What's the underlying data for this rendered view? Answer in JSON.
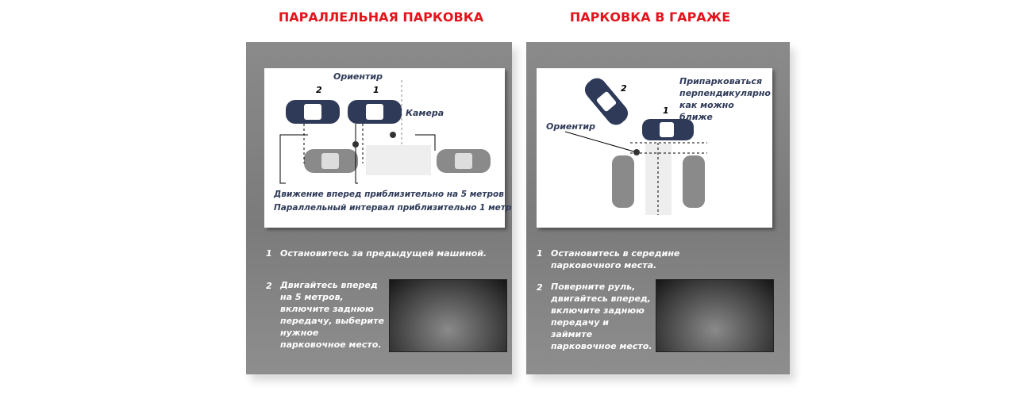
{
  "left": {
    "title": "ПАРАЛЛЕЛЬНАЯ ПАРКОВКА",
    "diagram": {
      "landmark": "Ориентир",
      "camera": "Камера",
      "car1": "1",
      "car2": "2",
      "caption1": "Движение вперед приблизительно на 5 метров",
      "caption2": "Параллельный интервал приблизительно 1 метр"
    },
    "steps": [
      {
        "num": "1",
        "text": "Остановитесь за предыдущей машиной."
      },
      {
        "num": "2",
        "text": "Двигайтесь вперед на 5 метров, включите заднюю передачу, выберите нужное парковочное место."
      }
    ]
  },
  "right": {
    "title": "ПАРКОВКА В ГАРАЖЕ",
    "diagram": {
      "landmark": "Ориентир",
      "note": "Припарковаться перпендикулярно как можно ближе",
      "car1": "1",
      "car2": "2"
    },
    "steps": [
      {
        "num": "1",
        "text": "Остановитесь в середине парковочного места."
      },
      {
        "num": "2",
        "text": "Поверните руль, двигайтесь вперед, включите заднюю передачу и займите парковочное место."
      }
    ]
  },
  "colors": {
    "accent": "#e3141b",
    "car": "#2e3a58"
  }
}
